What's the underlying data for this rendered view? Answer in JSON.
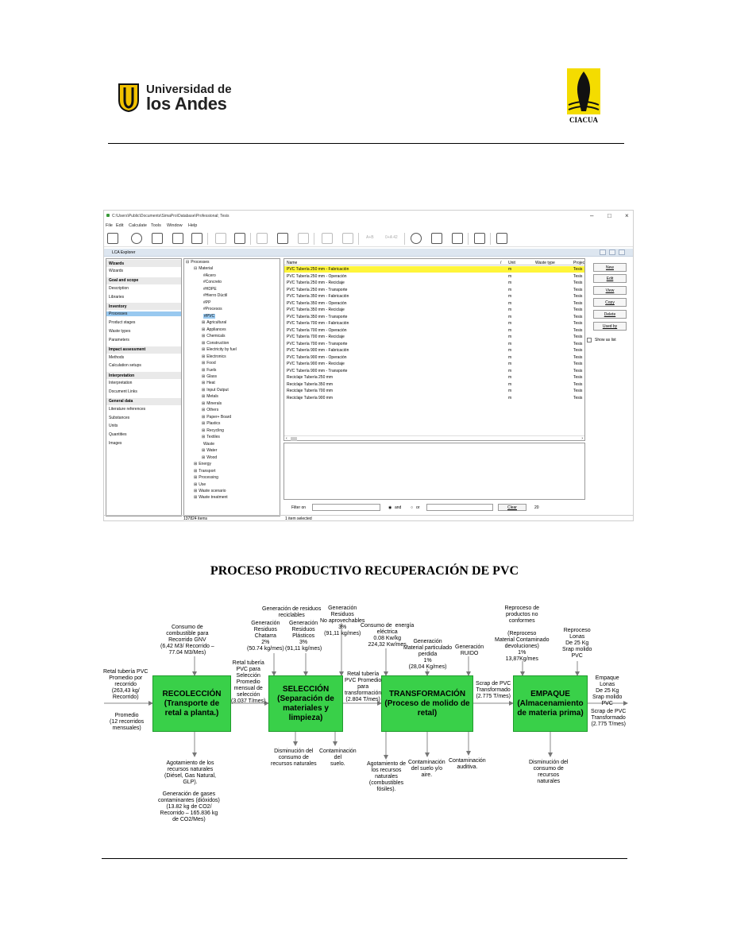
{
  "header": {
    "university_line1": "Universidad de",
    "university_line2": "los Andes",
    "partner_logo_text": "CIACUA"
  },
  "simapro": {
    "window_title": "C:\\Users\\Public\\Documents\\SimaPro\\Database\\Professional; Tesis",
    "window_controls": [
      "–",
      "□",
      "×"
    ],
    "menu": [
      "File",
      "Edit",
      "Calculate",
      "Tools",
      "Window",
      "Help"
    ],
    "toolbar_labels": [
      "A+B",
      "0+A 42"
    ],
    "explorer_title": "LCA Explorer",
    "nav": [
      {
        "type": "section",
        "label": "Wizards"
      },
      {
        "type": "item",
        "label": "Wizards"
      },
      {
        "type": "section",
        "label": "Goal and scope"
      },
      {
        "type": "item",
        "label": "Description"
      },
      {
        "type": "item",
        "label": "Libraries"
      },
      {
        "type": "section",
        "label": "Inventory"
      },
      {
        "type": "item",
        "label": "Processes",
        "selected": true
      },
      {
        "type": "item",
        "label": "Product stages"
      },
      {
        "type": "item",
        "label": "Waste types"
      },
      {
        "type": "item",
        "label": "Parameters"
      },
      {
        "type": "section",
        "label": "Impact assessment"
      },
      {
        "type": "item",
        "label": "Methods"
      },
      {
        "type": "item",
        "label": "Calculation setups"
      },
      {
        "type": "section",
        "label": "Interpretation"
      },
      {
        "type": "item",
        "label": "Interpretation"
      },
      {
        "type": "item",
        "label": "Document Links"
      },
      {
        "type": "section",
        "label": "General data"
      },
      {
        "type": "item",
        "label": "Literature references"
      },
      {
        "type": "item",
        "label": "Substances"
      },
      {
        "type": "item",
        "label": "Units"
      },
      {
        "type": "item",
        "label": "Quantities"
      },
      {
        "type": "item",
        "label": "Images"
      }
    ],
    "tree": [
      {
        "label": "Processes",
        "level": 0,
        "exp": "⊟"
      },
      {
        "label": "Material",
        "level": 1,
        "exp": "⊟"
      },
      {
        "label": "#Acero",
        "level": 2,
        "exp": ""
      },
      {
        "label": "#Concreto",
        "level": 2,
        "exp": ""
      },
      {
        "label": "#HDPE",
        "level": 2,
        "exp": ""
      },
      {
        "label": "#Hierro Dúctil",
        "level": 2,
        "exp": ""
      },
      {
        "label": "#PP",
        "level": 2,
        "exp": ""
      },
      {
        "label": "#Procesos",
        "level": 2,
        "exp": ""
      },
      {
        "label": "#PVC",
        "level": 2,
        "exp": "",
        "selected": true
      },
      {
        "label": "Agricultural",
        "level": 2,
        "exp": "⊞"
      },
      {
        "label": "Appliances",
        "level": 2,
        "exp": "⊞"
      },
      {
        "label": "Chemicals",
        "level": 2,
        "exp": "⊞"
      },
      {
        "label": "Construction",
        "level": 2,
        "exp": "⊞"
      },
      {
        "label": "Electricity by fuel",
        "level": 2,
        "exp": "⊞"
      },
      {
        "label": "Electronics",
        "level": 2,
        "exp": "⊞"
      },
      {
        "label": "Food",
        "level": 2,
        "exp": "⊞"
      },
      {
        "label": "Fuels",
        "level": 2,
        "exp": "⊞"
      },
      {
        "label": "Glass",
        "level": 2,
        "exp": "⊞"
      },
      {
        "label": "Heat",
        "level": 2,
        "exp": "⊞"
      },
      {
        "label": "Input Output",
        "level": 2,
        "exp": "⊞"
      },
      {
        "label": "Metals",
        "level": 2,
        "exp": "⊞"
      },
      {
        "label": "Minerals",
        "level": 2,
        "exp": "⊞"
      },
      {
        "label": "Others",
        "level": 2,
        "exp": "⊞"
      },
      {
        "label": "Paper+ Board",
        "level": 2,
        "exp": "⊞"
      },
      {
        "label": "Plastics",
        "level": 2,
        "exp": "⊞"
      },
      {
        "label": "Recycling",
        "level": 2,
        "exp": "⊞"
      },
      {
        "label": "Textiles",
        "level": 2,
        "exp": "⊞"
      },
      {
        "label": "Waste",
        "level": 2,
        "exp": ""
      },
      {
        "label": "Water",
        "level": 2,
        "exp": "⊞"
      },
      {
        "label": "Wood",
        "level": 2,
        "exp": "⊞"
      },
      {
        "label": "Energy",
        "level": 1,
        "exp": "⊞"
      },
      {
        "label": "Transport",
        "level": 1,
        "exp": "⊞"
      },
      {
        "label": "Processing",
        "level": 1,
        "exp": "⊞"
      },
      {
        "label": "Use",
        "level": 1,
        "exp": "⊞"
      },
      {
        "label": "Waste scenario",
        "level": 1,
        "exp": "⊞"
      },
      {
        "label": "Waste treatment",
        "level": 1,
        "exp": "⊞"
      }
    ],
    "columns": {
      "name": "Name",
      "sort": "/",
      "unit": "Unit",
      "waste": "Waste type",
      "project": "Projec"
    },
    "rows": [
      {
        "name": "PVC Tubería 250 mm - Fabricación",
        "unit": "m",
        "project": "Tesis",
        "selected": true
      },
      {
        "name": "PVC Tubería 250 mm - Operación",
        "unit": "m",
        "project": "Tesis"
      },
      {
        "name": "PVC Tubería 250 mm - Reciclaje",
        "unit": "m",
        "project": "Tesis"
      },
      {
        "name": "PVC Tubería 250 mm - Transporte",
        "unit": "m",
        "project": "Tesis"
      },
      {
        "name": "PVC Tubería 350 mm - Fabricación",
        "unit": "m",
        "project": "Tesis"
      },
      {
        "name": "PVC Tubería 350 mm - Operación",
        "unit": "m",
        "project": "Tesis"
      },
      {
        "name": "PVC Tubería 350 mm - Reciclaje",
        "unit": "m",
        "project": "Tesis"
      },
      {
        "name": "PVC Tubería 350 mm - Transporte",
        "unit": "m",
        "project": "Tesis"
      },
      {
        "name": "PVC Tubería 700 mm - Fabricación",
        "unit": "m",
        "project": "Tesis"
      },
      {
        "name": "PVC Tubería 700 mm - Operación",
        "unit": "m",
        "project": "Tesis"
      },
      {
        "name": "PVC Tubería 700 mm - Reciclaje",
        "unit": "m",
        "project": "Tesis"
      },
      {
        "name": "PVC Tubería 700 mm - Transporte",
        "unit": "m",
        "project": "Tesis"
      },
      {
        "name": "PVC Tubería 900 mm - Fabricación",
        "unit": "m",
        "project": "Tesis"
      },
      {
        "name": "PVC Tubería 900 mm - Operación",
        "unit": "m",
        "project": "Tesis"
      },
      {
        "name": "PVC Tubería 900 mm - Reciclaje",
        "unit": "m",
        "project": "Tesis"
      },
      {
        "name": "PVC Tubería 900 mm - Transporte",
        "unit": "m",
        "project": "Tesis"
      },
      {
        "name": "Reciclaje Tubería 250 mm",
        "unit": "m",
        "project": "Tesis"
      },
      {
        "name": "Reciclaje Tubería 350 mm",
        "unit": "m",
        "project": "Tesis"
      },
      {
        "name": "Reciclaje Tubería 700 mm",
        "unit": "m",
        "project": "Tesis"
      },
      {
        "name": "Reciclaje Tubería 900 mm",
        "unit": "m",
        "project": "Tesis"
      }
    ],
    "buttons": [
      "New",
      "Edit",
      "View",
      "Copy",
      "Delete",
      "Used by"
    ],
    "show_as_list": "Show as list",
    "filter": {
      "label": "Filter on",
      "and": "and",
      "or": "or",
      "clear": "Clear",
      "count": "20"
    },
    "status_left": "137824 items",
    "status_right": "1 item selected"
  },
  "diagram": {
    "title": "PROCESO PRODUCTIVO RECUPERACIÓN DE PVC",
    "boxes": {
      "recoleccion": "RECOLECCIÓN (Transporte de retal a planta.)",
      "seleccion": "SELECCIÓN (Separación de materiales y limpieza)",
      "transformacion": "TRANSFORMACIÓN (Proceso de molido de retal)",
      "empaque": "EMPAQUE (Almacenamiento de materia prima)"
    },
    "labels": {
      "retal_in": "Retal tubería PVC\nPromedio por\nrecorrido\n(263,43 kg/\nRecorrido)",
      "promedio": "Promedio\n(12 recorridos\nmensuales)",
      "consumo_gnv": "Consumo de\ncombustible para\nRecorrido GNV\n(6,42 M3/ Recorrido –\n77.04 M3/Mes)",
      "agotamiento1": "Agotamiento de los\nrecursos naturales\n(Diésel, Gas Natural,\nGLP).",
      "gases": "Generación de gases\ncontaminantes (dióxidos)\n(13.82 kg de CO2/\nRecorrido – 165.836 kg\nde CO2/Mes)",
      "retal_seleccion": "Retal tubería\nPVC para\nSelección\nPromedio\nmensual de\nselección\n(3.037 T/mes)",
      "residuos_reciclables": "Generación de residuos\nreciclables",
      "chatarra": "Generación\nResiduos\nChatarra\n2%\n(50.74 kg/mes)",
      "plasticos": "Generación\nResiduos\nPlásticos\n3%\n(91,11 kg/mes)",
      "no_aprovechables": "Generación\nResiduos\nNo aprovechables\n3%\n(91,11 kg/mes)",
      "disminucion1": "Disminución del\nconsumo de\nrecursos naturales",
      "contaminacion_suelo": "Contaminación\ndel\nsuelo.",
      "retal_transformacion": "Retal tubería\nPVC Promedio\npara\ntransformación\n(2.804 T/mes)",
      "energia": "Consumo de  energía\neléctrica\n0.08 Kw/kg\n224,32 Kw/mes",
      "particulado": "Generación\nMaterial particulado\nperdida\n1%\n(28,04 Kg/mes)",
      "ruido": "Generación\nRUIDO",
      "agotamiento2": "Agotamiento de\nlos recursos\nnaturales\n(combustibles\nfósiles).",
      "contaminacion_aire": "Contaminación\ndel suelo y/o\naire.",
      "contaminacion_auditiva": "Contaminación\nauditiva.",
      "scrap_in": "Scrap de PVC\nTransformado\n(2.775 T/mes)",
      "reproceso": "Reproceso de\nproductos no\nconformes\n\n(Reproceso\nMaterial Contaminado\ndevoluciones)\n1%\n13,87Kg/mes",
      "reproceso_lonas": "Reproceso\nLonas\nDe 25 Kg\nSrap molido\nPVC",
      "empaque_out": "Empaque\nLonas\nDe 25 Kg\nSrap molido\nPVC",
      "scrap_out": "Scrap de PVC\nTransformado\n(2.775 T/mes)",
      "disminucion2": "Disminución del\nconsumo de\nrecursos\nnaturales"
    }
  }
}
